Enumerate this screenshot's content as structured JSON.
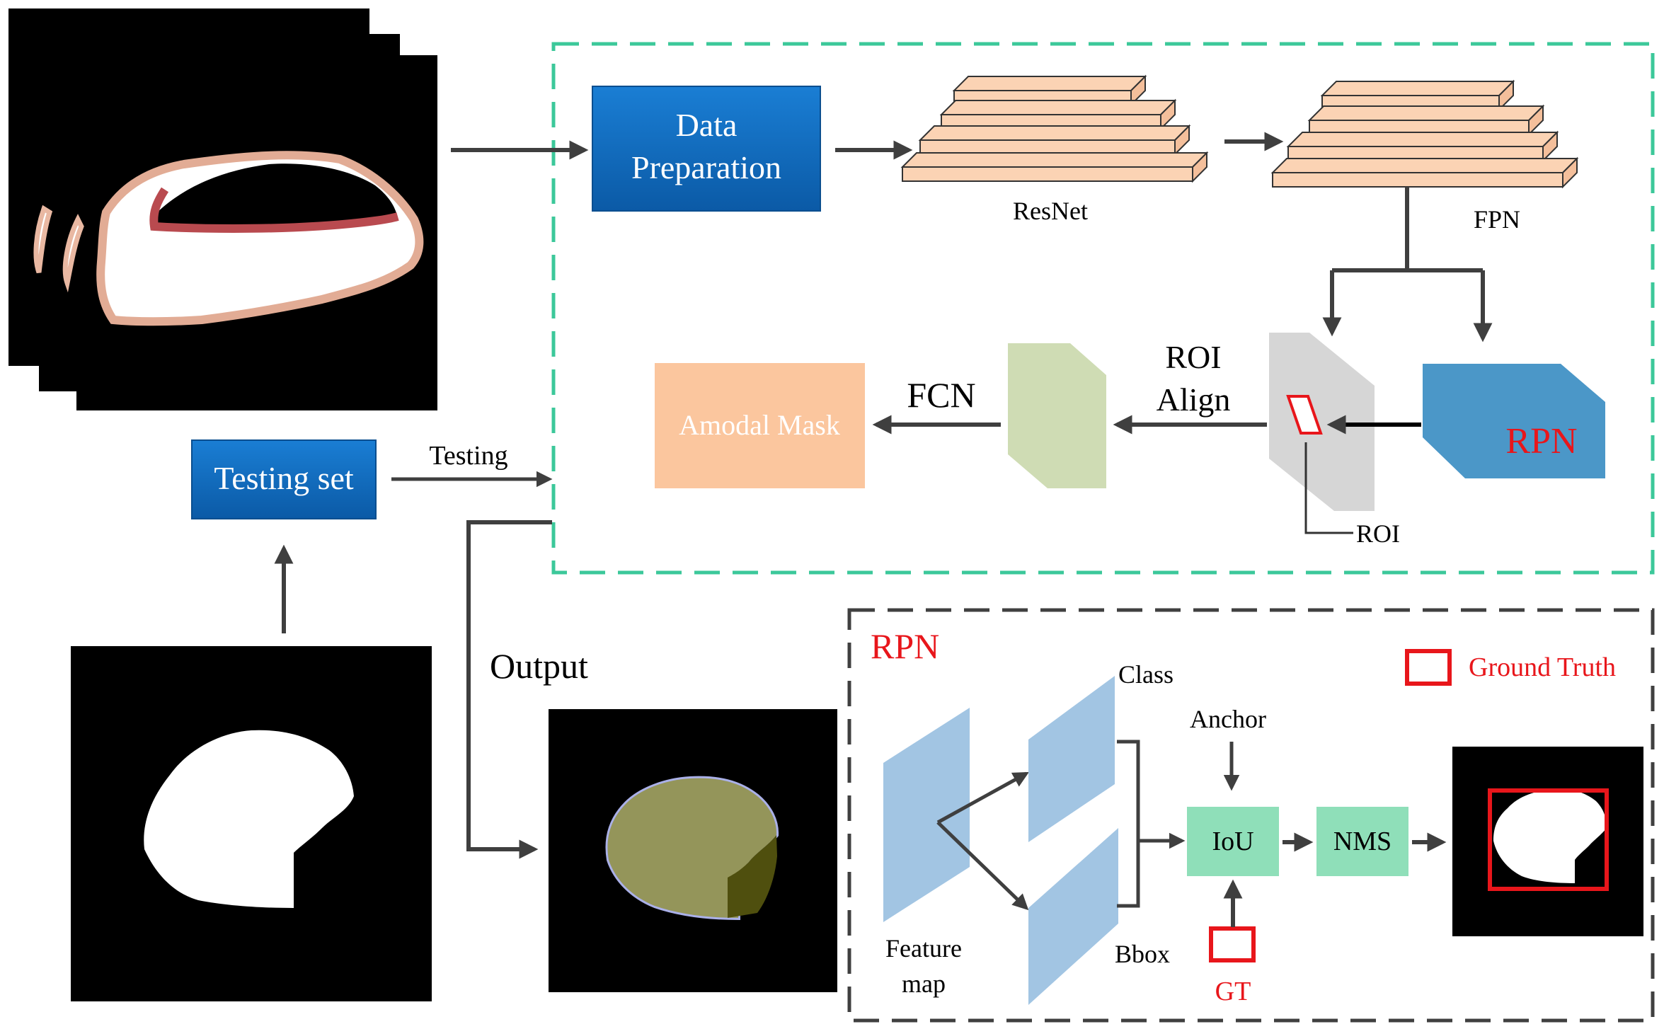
{
  "pipeline": {
    "data_preparation_line1": "Data",
    "data_preparation_line2": "Preparation",
    "resnet_label": "ResNet",
    "fpn_label": "FPN",
    "roi_align_line1": "ROI",
    "roi_align_line2": "Align",
    "fcn_label": "FCN",
    "amodal_mask_label": "Amodal Mask",
    "rpn_label": "RPN",
    "roi_label": "ROI"
  },
  "inputs": {
    "testing_set_label": "Testing set",
    "testing_arrow_label": "Testing",
    "output_label": "Output"
  },
  "rpn_detail": {
    "title": "RPN",
    "ground_truth_legend": "Ground Truth",
    "class_label": "Class",
    "anchor_label": "Anchor",
    "iou_label": "IoU",
    "nms_label": "NMS",
    "feature_map_line1": "Feature",
    "feature_map_line2": "map",
    "bbox_label": "Bbox",
    "gt_label": "GT"
  },
  "colors": {
    "green_dash": "#3cc89a",
    "dark_dash": "#404040",
    "blue_box": "#0a62b4",
    "layer_fill": "#fbd3b4",
    "rpn_fill": "#4b97c8",
    "green_block": "#cfdcb4",
    "amodal_fill": "#fbc69e",
    "gray_map": "#d6d6d6",
    "red": "#e8161b",
    "light_blue": "#a2c5e3",
    "mint": "#8fdfb9",
    "arrow": "#3f3f3f"
  }
}
